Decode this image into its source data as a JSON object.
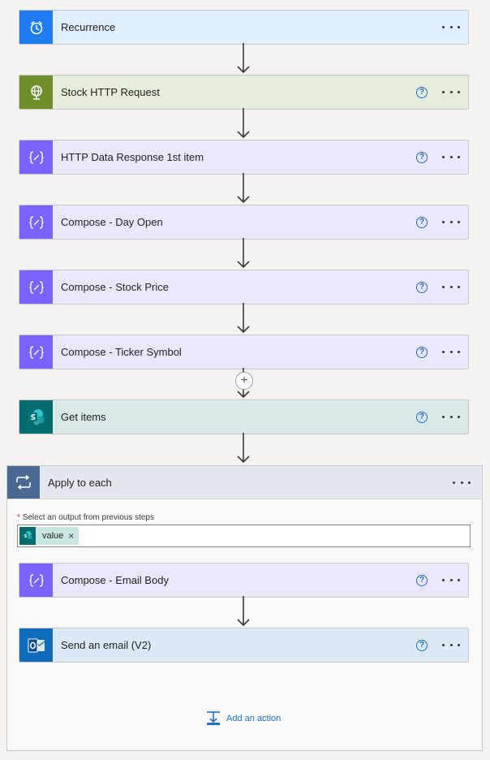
{
  "steps": [
    {
      "title": "Recurrence",
      "icon": "alarm-clock-icon",
      "help": false
    },
    {
      "title": "Stock HTTP Request",
      "icon": "globe-icon",
      "help": true
    },
    {
      "title": "HTTP Data Response 1st item",
      "icon": "data-operation-icon",
      "help": true
    },
    {
      "title": "Compose - Day Open",
      "icon": "data-operation-icon",
      "help": true
    },
    {
      "title": "Compose - Stock Price",
      "icon": "data-operation-icon",
      "help": true
    },
    {
      "title": "Compose - Ticker Symbol",
      "icon": "data-operation-icon",
      "help": true
    },
    {
      "title": "Get items",
      "icon": "sharepoint-icon",
      "help": true
    }
  ],
  "help_glyph": "?",
  "insert_glyph": "+",
  "apply_to_each": {
    "title": "Apply to each",
    "required_mark": "*",
    "field_label": "Select an output from previous steps",
    "token": {
      "label": "value",
      "remove": "×"
    },
    "inner_steps": [
      {
        "title": "Compose - Email Body",
        "icon": "data-operation-icon"
      },
      {
        "title": "Send an email (V2)",
        "icon": "outlook-icon"
      }
    ],
    "add_action": "Add an action"
  },
  "colors": {
    "recurrence": "#1e7bf0",
    "http": "#6f8f2a",
    "data_operation": "#7b61ff",
    "sharepoint": "#036c70",
    "outlook": "#0f6cbd",
    "loop": "#486991",
    "link": "#1f6fd1"
  }
}
